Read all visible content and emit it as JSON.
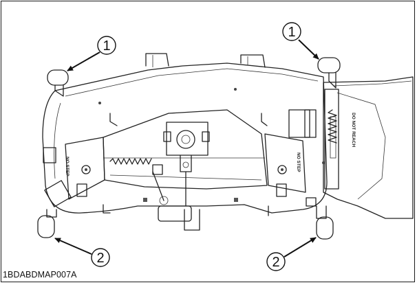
{
  "figure": {
    "code": "1BDABDMAP007A"
  },
  "callouts": {
    "top_left": "1",
    "top_right": "1",
    "bottom_left": "2",
    "bottom_right": "2"
  },
  "decals": {
    "no_step_left": "NO STEP",
    "no_step_right": "NO STEP",
    "do_not_reach": "DO NOT REACH"
  },
  "colors": {
    "line": "#222222",
    "shade": "#c8c8c8",
    "roller_fill": "#9a9a9a"
  }
}
